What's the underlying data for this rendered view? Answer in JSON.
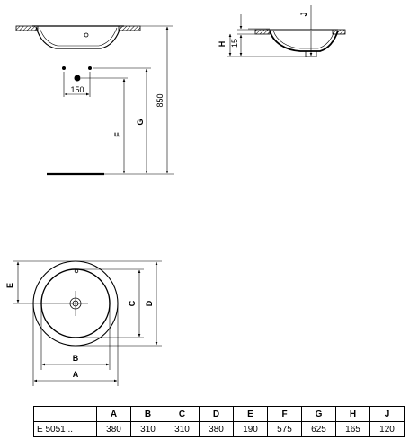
{
  "side_view": {
    "dim_150": "150",
    "dim_850": "850",
    "label_f": "F",
    "label_g": "G"
  },
  "section_view": {
    "label_h": "H",
    "label_j": "J",
    "dim_15": "15"
  },
  "plan_view": {
    "label_a": "A",
    "label_b": "B",
    "label_c": "C",
    "label_d": "D",
    "label_e": "E"
  },
  "table": {
    "columns": [
      "A",
      "B",
      "C",
      "D",
      "E",
      "F",
      "G",
      "H",
      "J"
    ],
    "rows": [
      {
        "model": "E 5051 ..",
        "values": [
          "380",
          "310",
          "310",
          "380",
          "190",
          "575",
          "625",
          "165",
          "120"
        ]
      }
    ]
  }
}
